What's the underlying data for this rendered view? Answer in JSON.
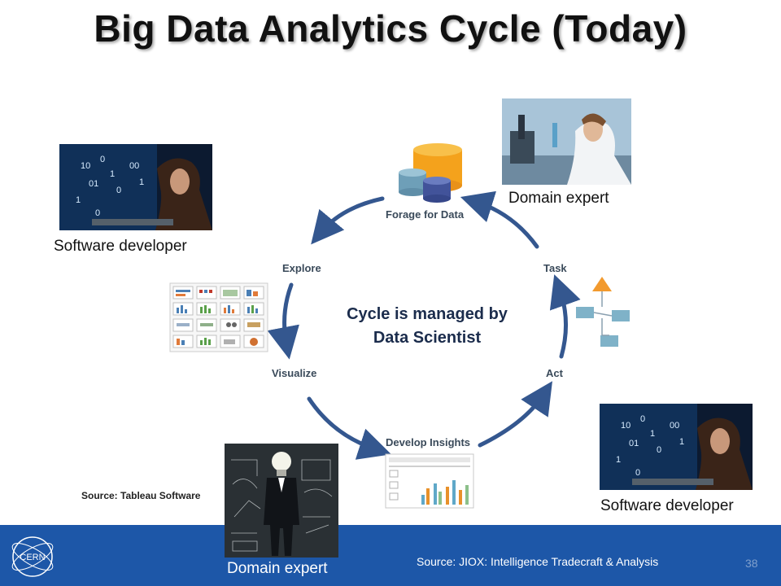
{
  "title": "Big Data Analytics Cycle (Today)",
  "cycle": {
    "stages": {
      "forage": "Forage for Data",
      "task": "Task",
      "act": "Act",
      "develop": "Develop Insights",
      "visualize": "Visualize",
      "explore": "Explore"
    },
    "center_line1": "Cycle is managed by",
    "center_line2": "Data Scientist"
  },
  "roles": {
    "top_left": "Software developer",
    "top_right": "Domain expert",
    "bottom_right": "Software developer",
    "bottom_left": "Domain expert"
  },
  "source_tableau": "Source: Tableau Software",
  "footer": {
    "source": "Source: JIOX: Intelligence Tradecraft & Analysis",
    "page": "38",
    "logo_text": "CERN"
  },
  "colors": {
    "footer_blue": "#1d57a8",
    "arrow_blue": "#34578f",
    "db_orange": "#f4a21c",
    "db_blue": "#42539a",
    "db_teal": "#6e9fb8"
  }
}
